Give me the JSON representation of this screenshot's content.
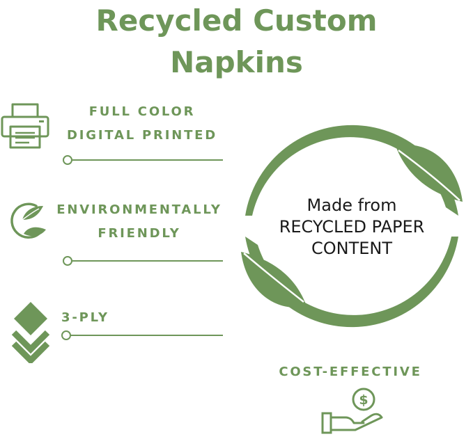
{
  "title": {
    "line1": "Recycled Custom",
    "line2": "Napkins"
  },
  "features": [
    {
      "line1": "FULL COLOR",
      "line2": "DIGITAL PRINTED",
      "icon": "printer-icon"
    },
    {
      "line1": "ENVIRONMENTALLY",
      "line2": "FRIENDLY",
      "icon": "eco-leaf-icon"
    },
    {
      "line1": "3-PLY",
      "icon": "layers-icon"
    }
  ],
  "badge": {
    "line1": "Made from",
    "line2": "RECYCLED PAPER",
    "line3": "CONTENT",
    "icon": "recycle-leaves-icon"
  },
  "cost": {
    "label": "COST-EFFECTIVE",
    "icon": "hand-dollar-icon"
  },
  "colors": {
    "accent": "#6e9659",
    "text": "#1a1a1a",
    "background": "#ffffff"
  }
}
